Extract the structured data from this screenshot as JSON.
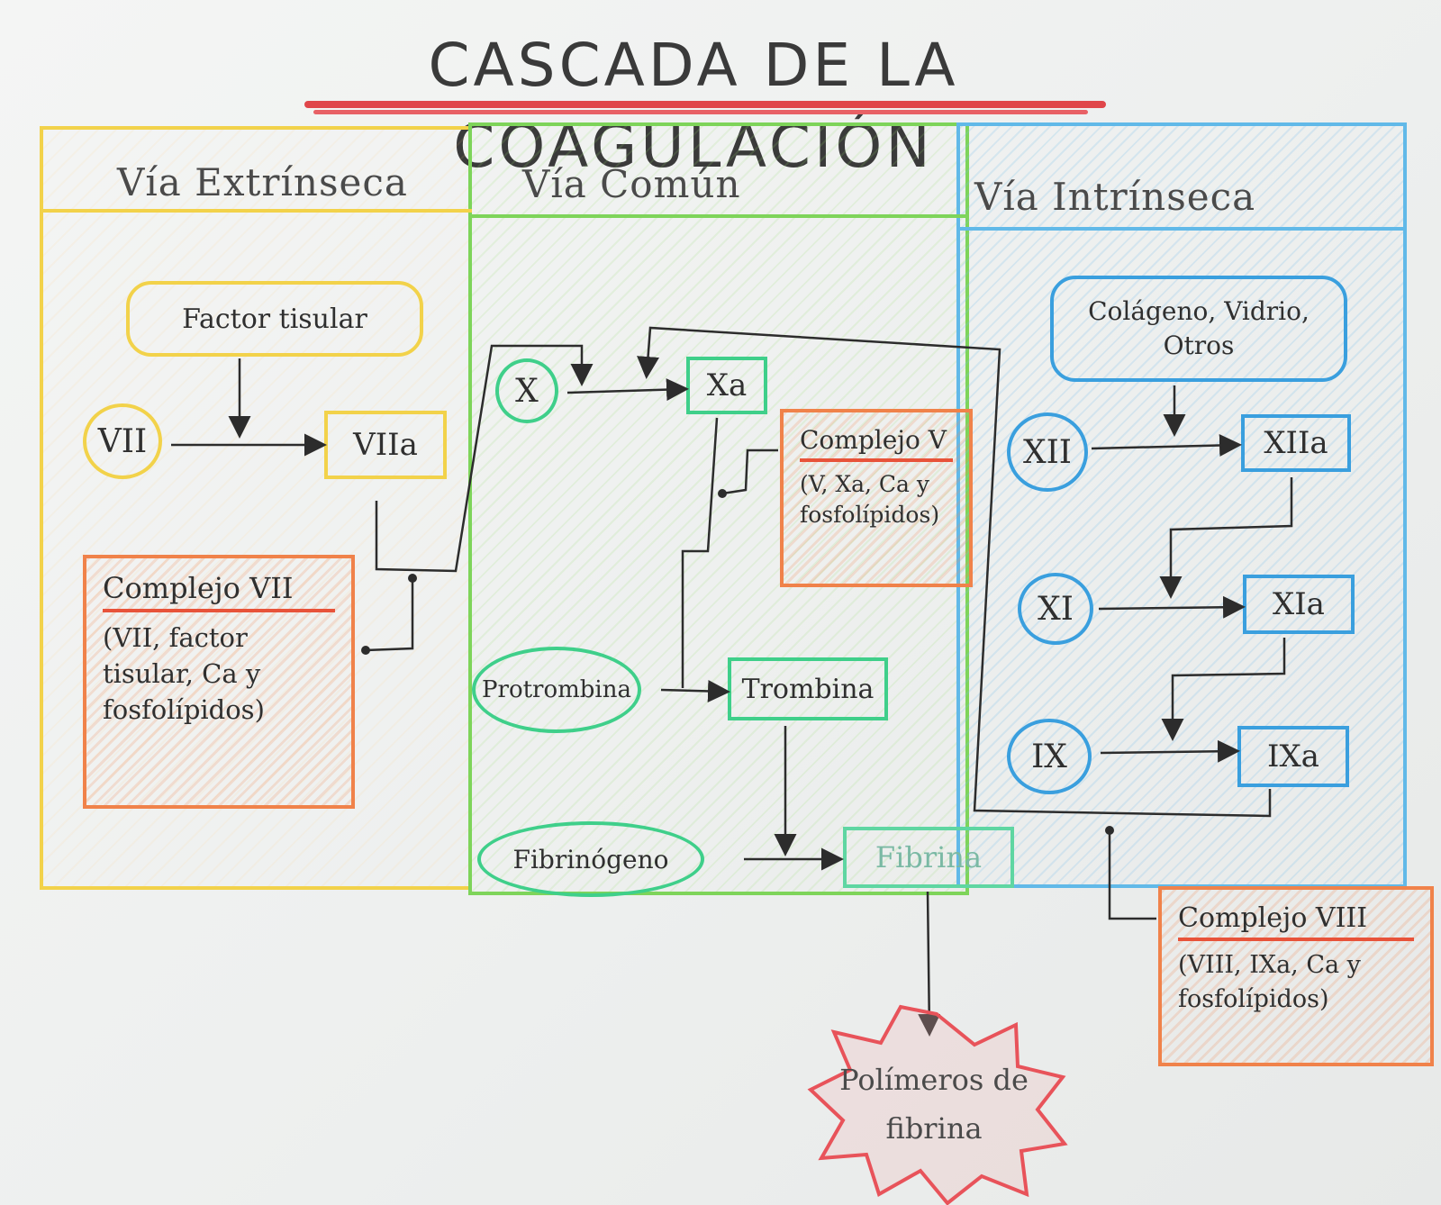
{
  "title": "CASCADA DE LA COAGULACIÓN",
  "pathways": {
    "extrinsic": "Vía Extrínseca",
    "common": "Vía Común",
    "intrinsic": "Vía Intrínseca"
  },
  "extrinsic_nodes": {
    "tissue_factor": "Factor tisular",
    "vii": "VII",
    "viia": "VIIa",
    "complex_title": "Complejo VII",
    "complex_body": "(VII, factor tisular, Ca y fosfolípidos)"
  },
  "common_nodes": {
    "x": "X",
    "xa": "Xa",
    "complex_title": "Complejo V",
    "complex_body": "(V, Xa, Ca y fosfolípidos)",
    "prothrombin": "Protrombina",
    "thrombin": "Trombina",
    "fibrinogen": "Fibrinógeno",
    "fibrin": "Fibrina"
  },
  "intrinsic_nodes": {
    "triggers": "Colágeno, Vidrio, Otros",
    "xii": "XII",
    "xiia": "XIIa",
    "xi": "XI",
    "xia": "XIa",
    "ix": "IX",
    "ixa": "IXa",
    "complex_title": "Complejo VIII",
    "complex_body": "(VIII, IXa, Ca y fosfolípidos)"
  },
  "result": "Polímeros de fibrina",
  "colors": {
    "extrinsic": "#f2d24a",
    "common": "#7ed45a",
    "intrinsic": "#61b9e8",
    "complex": "#f0824a",
    "title_underline": "#e0464a",
    "result": "#e8535a"
  }
}
